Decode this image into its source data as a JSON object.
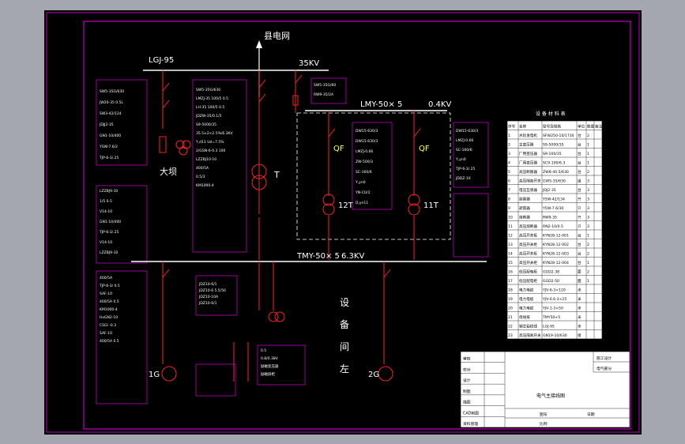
{
  "diagram": {
    "top_source": "县电网",
    "line_label": "LGJ-95",
    "voltage_hv": "35KV",
    "bus_lv": "LMY-50× 5",
    "voltage_lv": "0.4KV",
    "bus_mv": "TMY-50× 5",
    "voltage_mv": "6.3KV",
    "dam_label": "大坝",
    "transformer_main": "T",
    "transformer_12t": "12T",
    "transformer_11t": "11T",
    "breaker_qf_1": "QF",
    "breaker_qf_2": "QF",
    "generator_1": "1G",
    "generator_2": "2G",
    "room_label": [
      "设",
      "备",
      "间",
      "左"
    ],
    "left_notes": [
      "SW5-35G/630",
      "JW20-35  0.5L",
      "SW3-42/124",
      "JDJJ2-35",
      "GN1-10/400",
      "YSW-7.6/2",
      "TJP-6-3/.25",
      "LZZBJ9-10",
      "1/5  0.5",
      "V14-10",
      "GN1-10/400",
      "TJP-6-3/.25",
      "V14-10",
      "LZZBJ9-10",
      "400/5A",
      "TJP-6-3/ 0.5",
      "SAF-10",
      "400/5A  0.5",
      "KM1000-4",
      "HxGN2-10",
      "CSGI -0.3",
      "SAF-10",
      "400/5A  0.5"
    ],
    "center_notes": [
      "SW5-35G/630",
      "LMZJ-35  100/5  0.5",
      "LH-35  100/5  0.5",
      "JDZW-35/0.1/5",
      "S9-5000/35",
      "35.5±2×2.5%/6.3KV",
      "Y,d11  Ud=7.5%",
      "2/GSN-6-0.3  100",
      "LZZBJ10-10",
      "400/5A",
      "0.5/3",
      "KM1000-4",
      "JDZ10-6/1",
      "JDZ10-6 5.5/50",
      "JDZ10-10A",
      "JDZ10-6/1",
      "0.5",
      "0.8/0.38V",
      "励磁变压器",
      "励磁屏柜"
    ],
    "right_notes": [
      "SW5-35G/60",
      "RW9-35/2A",
      "DW15-630/3",
      "DW15-630/3",
      "LMZJ-0.66",
      "ZW-500/3",
      "SC-160/6",
      "Y,yn0",
      "YN-CU/2",
      "D,yn11",
      "DW15-630/3",
      "LMZJ-0.66",
      "SC-160/6",
      "Y,yn0",
      "TJP-6-3/.25",
      "JDDZ-10"
    ],
    "table": {
      "title": "设  备  材  料  表",
      "headers": [
        "序号",
        "名称",
        "型号及规格",
        "单位",
        "数量",
        "备注"
      ],
      "rows": [
        [
          "1",
          "水轮发电机",
          "SFW250-10/1730",
          "台",
          "2",
          ""
        ],
        [
          "2",
          "主变压器",
          "S9-5000/35",
          "台",
          "1",
          ""
        ],
        [
          "3",
          "厂用变压器",
          "S9-100/35",
          "台",
          "1",
          ""
        ],
        [
          "4",
          "厂用变压器",
          "SC9-100/6.3",
          "台",
          "1",
          ""
        ],
        [
          "5",
          "高压断路器",
          "ZW8-40.5/630",
          "台",
          "2",
          ""
        ],
        [
          "6",
          "高压隔离开关",
          "GW5-35/630",
          "组",
          "3",
          ""
        ],
        [
          "7",
          "电压互感器",
          "JDJ2-35",
          "台",
          "3",
          ""
        ],
        [
          "8",
          "避雷器",
          "Y5W-42/134",
          "只",
          "3",
          ""
        ],
        [
          "9",
          "避雷器",
          "Y5W-7.6/30",
          "只",
          "3",
          ""
        ],
        [
          "10",
          "熔断器",
          "RW9-35",
          "只",
          "3",
          ""
        ],
        [
          "11",
          "高压熔断器",
          "RN2-10/0.5",
          "只",
          "3",
          ""
        ],
        [
          "12",
          "高压开关柜",
          "KYN28-12-001",
          "台",
          "1",
          ""
        ],
        [
          "13",
          "高压开关柜",
          "KYN28-12-002",
          "台",
          "2",
          ""
        ],
        [
          "14",
          "高压开关柜",
          "KYN28-12-003",
          "台",
          "2",
          ""
        ],
        [
          "15",
          "高压开关柜",
          "KYN28-12-004",
          "台",
          "1",
          ""
        ],
        [
          "16",
          "低压配电柜",
          "GGD2-38",
          "面",
          "2",
          ""
        ],
        [
          "17",
          "低压配电柜",
          "GGD2-50",
          "面",
          "1",
          ""
        ],
        [
          "18",
          "电力电缆",
          "YJV-6-3×120",
          "米",
          "",
          ""
        ],
        [
          "19",
          "电力电缆",
          "YJV-0.6-3×25",
          "米",
          "",
          ""
        ],
        [
          "20",
          "电力电缆",
          "YJV-1-3×50",
          "米",
          "",
          ""
        ],
        [
          "21",
          "母线排",
          "TMY50×5",
          "米",
          "",
          ""
        ],
        [
          "22",
          "钢芯铝绞线",
          "LGJ-95",
          "米",
          "",
          ""
        ],
        [
          "23",
          "高压隔离开关",
          "GN19-10/630",
          "组",
          "",
          ""
        ]
      ]
    },
    "title_block": {
      "drawing_title": "电气主接线图",
      "left_labels": [
        "审核",
        "校对",
        "设计",
        "制图",
        "描图",
        "CAD制图",
        "资料管理"
      ],
      "right_labels": [
        "图号",
        "比例",
        "日期"
      ],
      "right_top_labels": [
        "施工设计",
        "电气部分"
      ]
    }
  }
}
